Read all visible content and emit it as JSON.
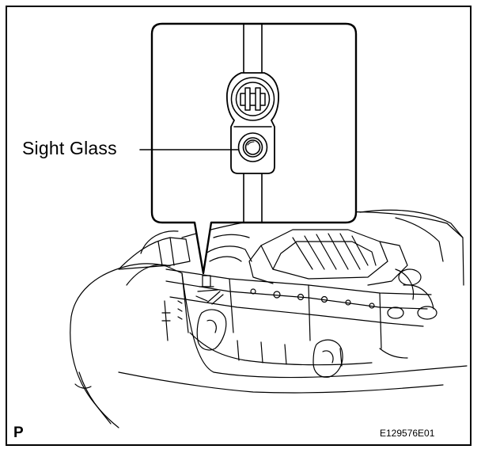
{
  "labels": {
    "component": "Sight Glass",
    "view_code": "P",
    "figure_id": "E129576E01"
  },
  "colors": {
    "line": "#000000",
    "background": "#ffffff"
  },
  "icons": {
    "callout": "sight-glass-closeup-callout",
    "engine": "engine-bay-line-drawing"
  }
}
